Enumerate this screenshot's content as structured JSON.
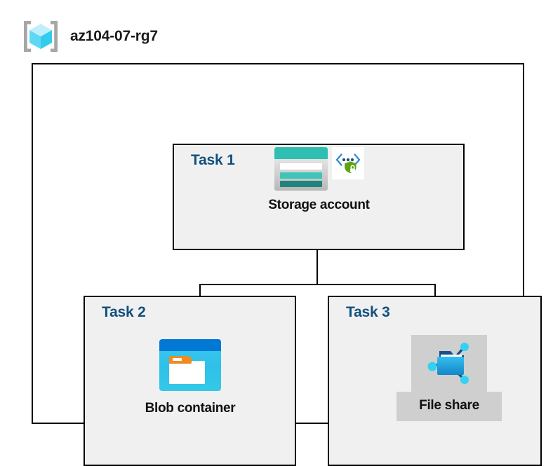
{
  "header": {
    "icon": "resource-group-icon",
    "title": "az104-07-rg7"
  },
  "container": {
    "name": "resource-group-container"
  },
  "tasks": [
    {
      "id": "task-1",
      "label": "Task 1",
      "node": {
        "caption": "Storage account",
        "icons": [
          "storage-account-icon",
          "secure-endpoint-icon"
        ],
        "highlighted": false
      }
    },
    {
      "id": "task-2",
      "label": "Task 2",
      "node": {
        "caption": "Blob container",
        "icons": [
          "blob-container-icon"
        ],
        "highlighted": false
      }
    },
    {
      "id": "task-3",
      "label": "Task 3",
      "node": {
        "caption": "File share",
        "icons": [
          "file-share-icon"
        ],
        "highlighted": true
      }
    }
  ],
  "connections": [
    {
      "from": "Storage account",
      "to": "Blob container"
    },
    {
      "from": "Storage account",
      "to": "File share"
    }
  ],
  "colors": {
    "task_label": "#11507D",
    "box_fill": "#f0f0f0",
    "box_border": "#000000",
    "highlight_fill": "#cfcfcf",
    "storage_teal": "#2FBFB2",
    "storage_teal_dark": "#23827B",
    "blob_blue": "#0078D4",
    "blob_cyan": "#38C7F0",
    "blob_orange": "#F08B22",
    "fileshare_blue": "#1A9FE0",
    "fileshare_node": "#32D2F2",
    "shield_green": "#5EA312",
    "bracket_gray": "#A6A6A6",
    "cube_cyan": "#9FE8FA"
  }
}
